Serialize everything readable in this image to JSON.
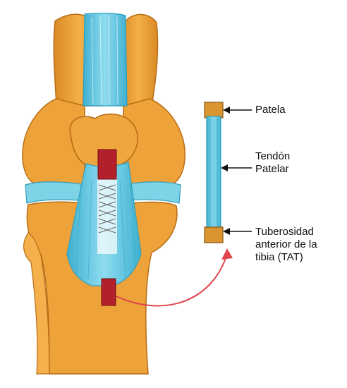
{
  "labels": {
    "patela": "Patela",
    "tendon": [
      "Tendón",
      "Patelar"
    ],
    "tat": [
      "Tuberosidad",
      "anterior de la",
      "tibia (TAT)"
    ]
  },
  "colors": {
    "bone": "#eea23a",
    "bone_dark": "#c97a1c",
    "tendon": "#5fc7df",
    "tendon_dark": "#2f9fbf",
    "graft_block": "#b3202c",
    "arrow_red": "#e0444c",
    "pointer": "#111111"
  }
}
